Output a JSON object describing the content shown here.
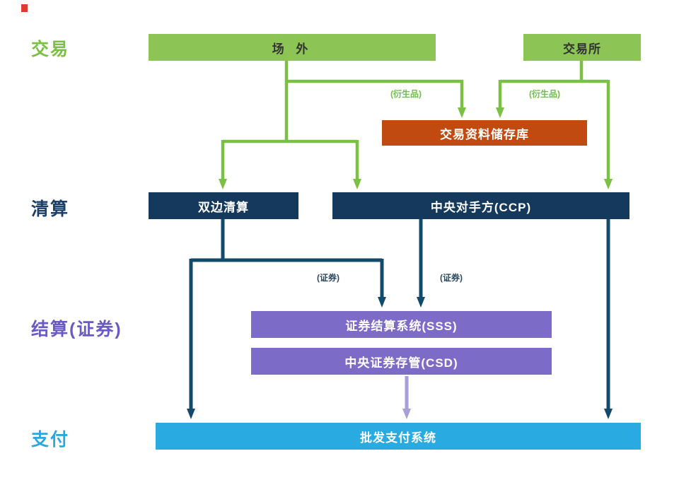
{
  "diagram": {
    "row_labels": {
      "trading": "交易",
      "clearing": "清算",
      "settlement": "结算(证券)",
      "payment": "支付"
    },
    "nodes": {
      "otc": "场 外",
      "exchange": "交易所",
      "trade_repository": "交易资料储存库",
      "bilateral_clearing": "双边清算",
      "ccp": "中央对手方(CCP)",
      "sss": "证券结算系统(SSS)",
      "csd": "中央证券存管(CSD)",
      "wholesale_payment": "批发支付系统"
    },
    "annotations": {
      "derivatives_otc": "(衍生品)",
      "derivatives_exchange": "(衍生品)",
      "securities_bilateral": "(证券)",
      "securities_ccp": "(证券)"
    },
    "colors": {
      "box_green": "#8DC456",
      "box_orange": "#C04A10",
      "box_navy": "#14395C",
      "box_purple": "#7C6CC8",
      "box_blue": "#29ABE2",
      "label_green": "#7AC143",
      "label_navy": "#1B3F66",
      "label_purple": "#6A5BC4",
      "label_blue": "#29A8E0",
      "arrow_green": "#7AC143",
      "arrow_navy": "#124A6B",
      "arrow_purple": "#A89ED9",
      "annotation_green": "#6FBE44",
      "annotation_dark": "#2E4A5E",
      "box_text_dark": "#333333",
      "box_text_light": "#FFFFFF"
    }
  }
}
